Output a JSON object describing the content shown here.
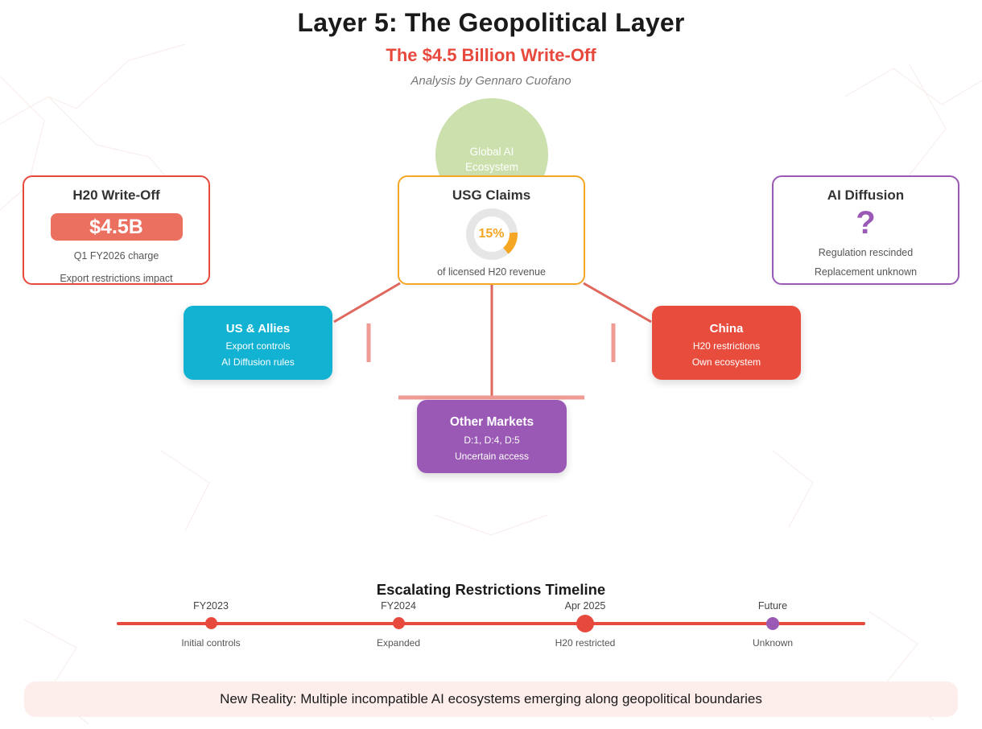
{
  "header": {
    "title": "Layer 5: The Geopolitical Layer",
    "subtitle": "The $4.5 Billion Write-Off",
    "byline": "Analysis by Gennaro Cuofano"
  },
  "ecosystem_circle": {
    "line1": "Global AI",
    "line2": "Ecosystem"
  },
  "cards": {
    "h20_write_off": {
      "title": "H20 Write-Off",
      "value": "$4.5B",
      "caption1": "Q1 FY2026 charge",
      "caption2": "Export restrictions impact"
    },
    "usg_claims": {
      "title": "USG Claims",
      "percent_label": "15%",
      "percent_value": 15,
      "caption": "of licensed H20 revenue"
    },
    "ai_diffusion": {
      "title": "AI Diffusion",
      "symbol": "?",
      "caption1": "Regulation rescinded",
      "caption2": "Replacement unknown"
    }
  },
  "blocs": {
    "us_allies": {
      "title": "US & Allies",
      "line1": "Export controls",
      "line2": "AI Diffusion rules",
      "color": "#12b2d2"
    },
    "china": {
      "title": "China",
      "line1": "H20 restrictions",
      "line2": "Own ecosystem",
      "color": "#e74c3c"
    },
    "other_markets": {
      "title": "Other Markets",
      "line1": "D:1, D:4, D:5",
      "line2": "Uncertain access",
      "color": "#9b59b6"
    }
  },
  "timeline": {
    "title": "Escalating Restrictions Timeline",
    "events": [
      {
        "label": "FY2023",
        "caption": "Initial controls",
        "dot_color": "#e7493d",
        "emphasis": false
      },
      {
        "label": "FY2024",
        "caption": "Expanded",
        "dot_color": "#e7493d",
        "emphasis": false
      },
      {
        "label": "Apr 2025",
        "caption": "H20 restricted",
        "dot_color": "#e7493d",
        "emphasis": true
      },
      {
        "label": "Future",
        "caption": "Unknown",
        "dot_color": "#9b59b6",
        "emphasis": false
      }
    ]
  },
  "banner": {
    "text": "New Reality: Multiple incompatible AI ecosystems emerging along geopolitical boundaries"
  },
  "colors": {
    "accent_red": "#e7493d",
    "salmon_pill": "#ec7060",
    "orange": "#f5a623",
    "purple": "#9b59b6",
    "cyan": "#12b2d2",
    "light_green": "#cbe0ac",
    "connector_strong": "#e0685e",
    "connector_light": "#f09b93",
    "banner_bg": "#fdeeec"
  }
}
